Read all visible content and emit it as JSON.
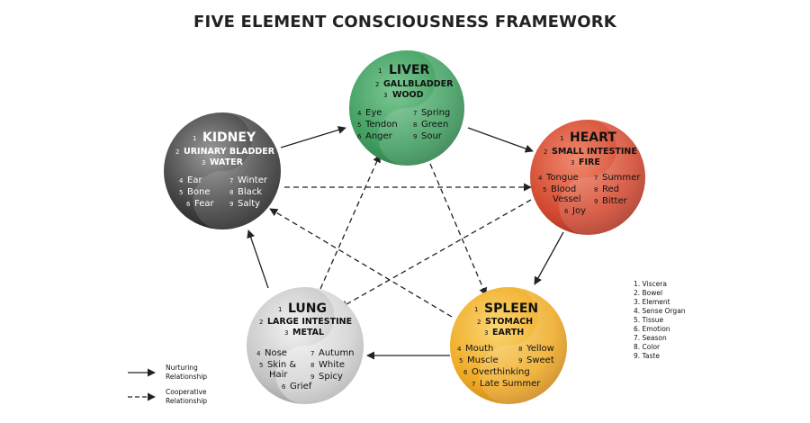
{
  "title": "FIVE ELEMENT CONSCIOUSNESS FRAMEWORK",
  "elements": {
    "liver": {
      "name": "LIVER",
      "viscera_num": "1",
      "bowel_num": "2",
      "element_num": "3",
      "bowel": "GALLBLADDER",
      "element": "WOOD",
      "left": [
        {
          "n": "4",
          "t": "Eye"
        },
        {
          "n": "5",
          "t": "Tendon"
        },
        {
          "n": "6",
          "t": "Anger"
        }
      ],
      "right": [
        {
          "n": "7",
          "t": "Spring"
        },
        {
          "n": "8",
          "t": "Green"
        },
        {
          "n": "9",
          "t": "Sour"
        }
      ],
      "color": "#4aa66a"
    },
    "heart": {
      "name": "HEART",
      "viscera_num": "1",
      "bowel_num": "2",
      "element_num": "3",
      "bowel": "SMALL INTESTINE",
      "element": "FIRE",
      "left": [
        {
          "n": "4",
          "t": "Tongue"
        },
        {
          "n": "5",
          "t": "Blood"
        },
        {
          "n": "",
          "t": "Vessel"
        },
        {
          "n": "6",
          "t": "Joy"
        }
      ],
      "right": [
        {
          "n": "7",
          "t": "Summer"
        },
        {
          "n": "8",
          "t": "Red"
        },
        {
          "n": "9",
          "t": "Bitter"
        }
      ],
      "color": "#d9543a"
    },
    "spleen": {
      "name": "SPLEEN",
      "viscera_num": "1",
      "bowel_num": "2",
      "element_num": "3",
      "bowel": "STOMACH",
      "element": "EARTH",
      "left": [
        {
          "n": "4",
          "t": "Mouth"
        },
        {
          "n": "5",
          "t": "Muscle"
        },
        {
          "n": "6",
          "t": "Overthinking"
        },
        {
          "n": "7",
          "t": "Late Summer"
        }
      ],
      "right": [
        {
          "n": "8",
          "t": "Yellow"
        },
        {
          "n": "9",
          "t": "Sweet"
        }
      ],
      "color": "#f0b22e"
    },
    "lung": {
      "name": "LUNG",
      "viscera_num": "1",
      "bowel_num": "2",
      "element_num": "3",
      "bowel": "LARGE INTESTINE",
      "element": "METAL",
      "left": [
        {
          "n": "4",
          "t": "Nose"
        },
        {
          "n": "5",
          "t": "Skin &"
        },
        {
          "n": "",
          "t": "Hair"
        },
        {
          "n": "6",
          "t": "Grief"
        }
      ],
      "right": [
        {
          "n": "7",
          "t": "Autumn"
        },
        {
          "n": "8",
          "t": "White"
        },
        {
          "n": "9",
          "t": "Spicy"
        }
      ],
      "color": "#c8c8c8"
    },
    "kidney": {
      "name": "KIDNEY",
      "viscera_num": "1",
      "bowel_num": "2",
      "element_num": "3",
      "bowel": "URINARY BLADDER",
      "element": "WATER",
      "left": [
        {
          "n": "4",
          "t": "Ear"
        },
        {
          "n": "5",
          "t": "Bone"
        },
        {
          "n": "6",
          "t": "Fear"
        }
      ],
      "right": [
        {
          "n": "7",
          "t": "Winter"
        },
        {
          "n": "8",
          "t": "Black"
        },
        {
          "n": "9",
          "t": "Salty"
        }
      ],
      "color": "#4a4a4a"
    }
  },
  "legend": {
    "nurturing_line1": "Nurturing",
    "nurturing_line2": "Relationship",
    "cooperative_line1": "Cooperative",
    "cooperative_line2": "Relationship"
  },
  "key": [
    "1. Viscera",
    "2. Bowel",
    "3. Element",
    "4. Sense Organ",
    "5. Tissue",
    "6. Emotion",
    "7. Season",
    "8. Color",
    "9. Taste"
  ]
}
